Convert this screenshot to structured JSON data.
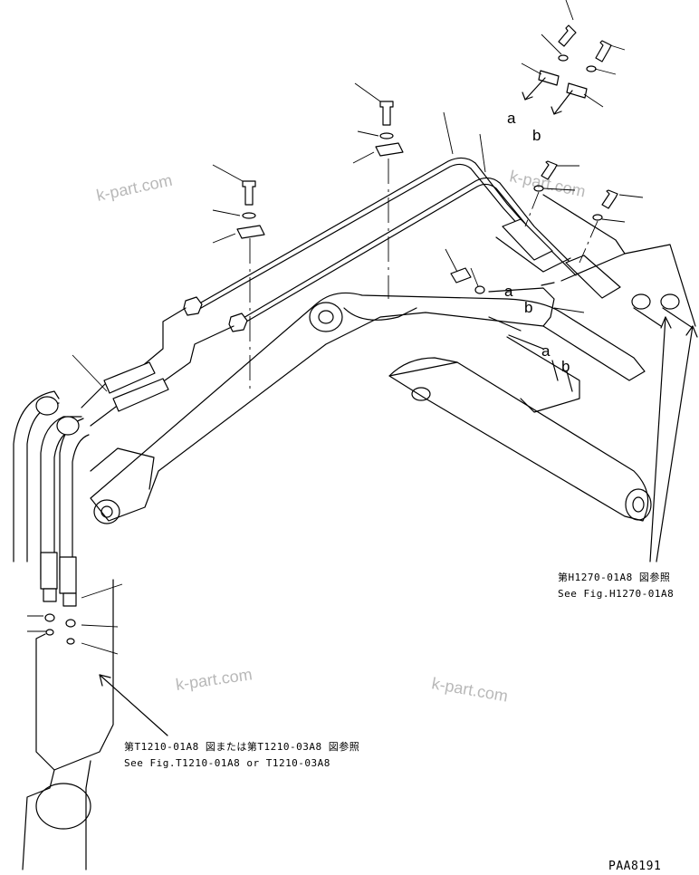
{
  "watermarks": [
    "k-part.com",
    "k-part.com",
    "k-part.com",
    "k-part.com"
  ],
  "labels": {
    "a": "a",
    "b": "b"
  },
  "references": {
    "h1270_jp": "第H1270-01A8 図参照",
    "h1270_en": "See Fig.H1270-01A8",
    "t1210_jp": "第T1210-01A8 図または第T1210-03A8 図参照",
    "t1210_en": "See Fig.T1210-01A8  or  T1210-03A8"
  },
  "drawing_id": "PAA8191"
}
